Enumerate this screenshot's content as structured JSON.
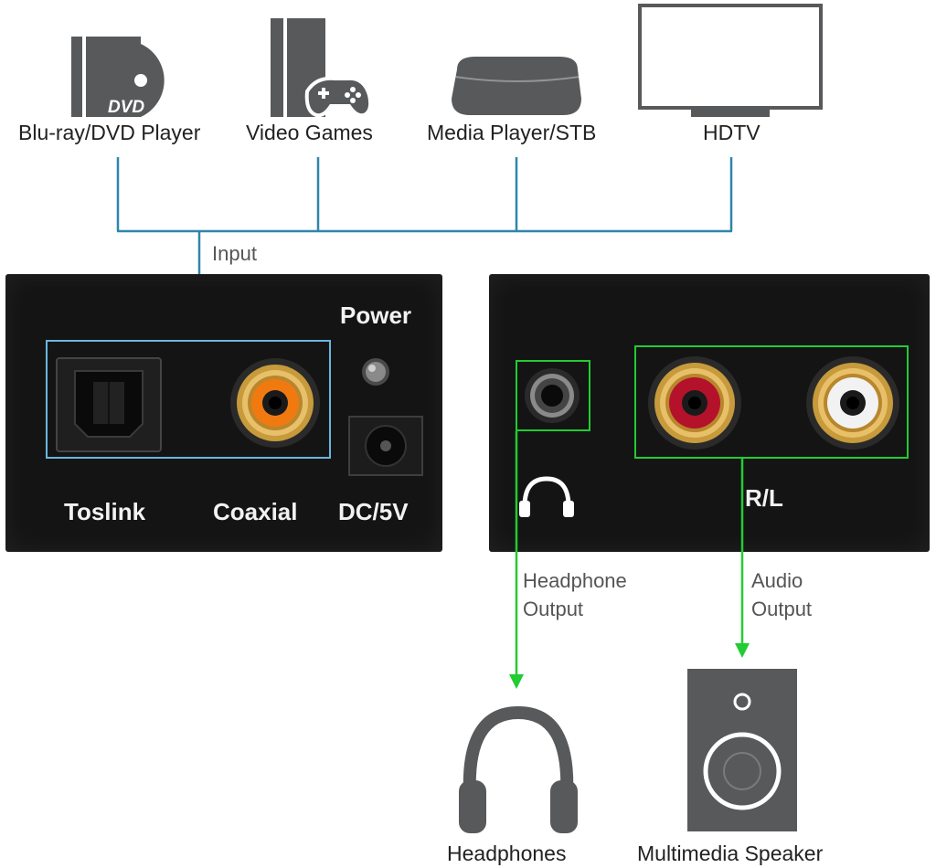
{
  "sources": [
    {
      "label": "Blu-ray/DVD Player",
      "icon": "bluray-dvd-player-icon",
      "disc_text": "DVD"
    },
    {
      "label": "Video Games",
      "icon": "game-console-icon"
    },
    {
      "label": "Media Player/STB",
      "icon": "media-player-box-icon"
    },
    {
      "label": "HDTV",
      "icon": "hdtv-icon"
    }
  ],
  "input_label": "Input",
  "left_panel": {
    "power_label": "Power",
    "ports": [
      "Toslink",
      "Coaxial",
      "DC/5V"
    ]
  },
  "right_panel": {
    "rl_label": "R/L"
  },
  "headphone_output_label": [
    "Headphone",
    "Output"
  ],
  "audio_output_label": [
    "Audio",
    "Output"
  ],
  "outputs": [
    {
      "label": "Headphones",
      "icon": "headphones-icon"
    },
    {
      "label": "Multimedia Speaker",
      "icon": "speaker-icon"
    }
  ],
  "colors": {
    "input_line": "#2e86ab",
    "output_line": "#22cc33",
    "icon_gray": "#58595b",
    "panel": "#141414"
  }
}
